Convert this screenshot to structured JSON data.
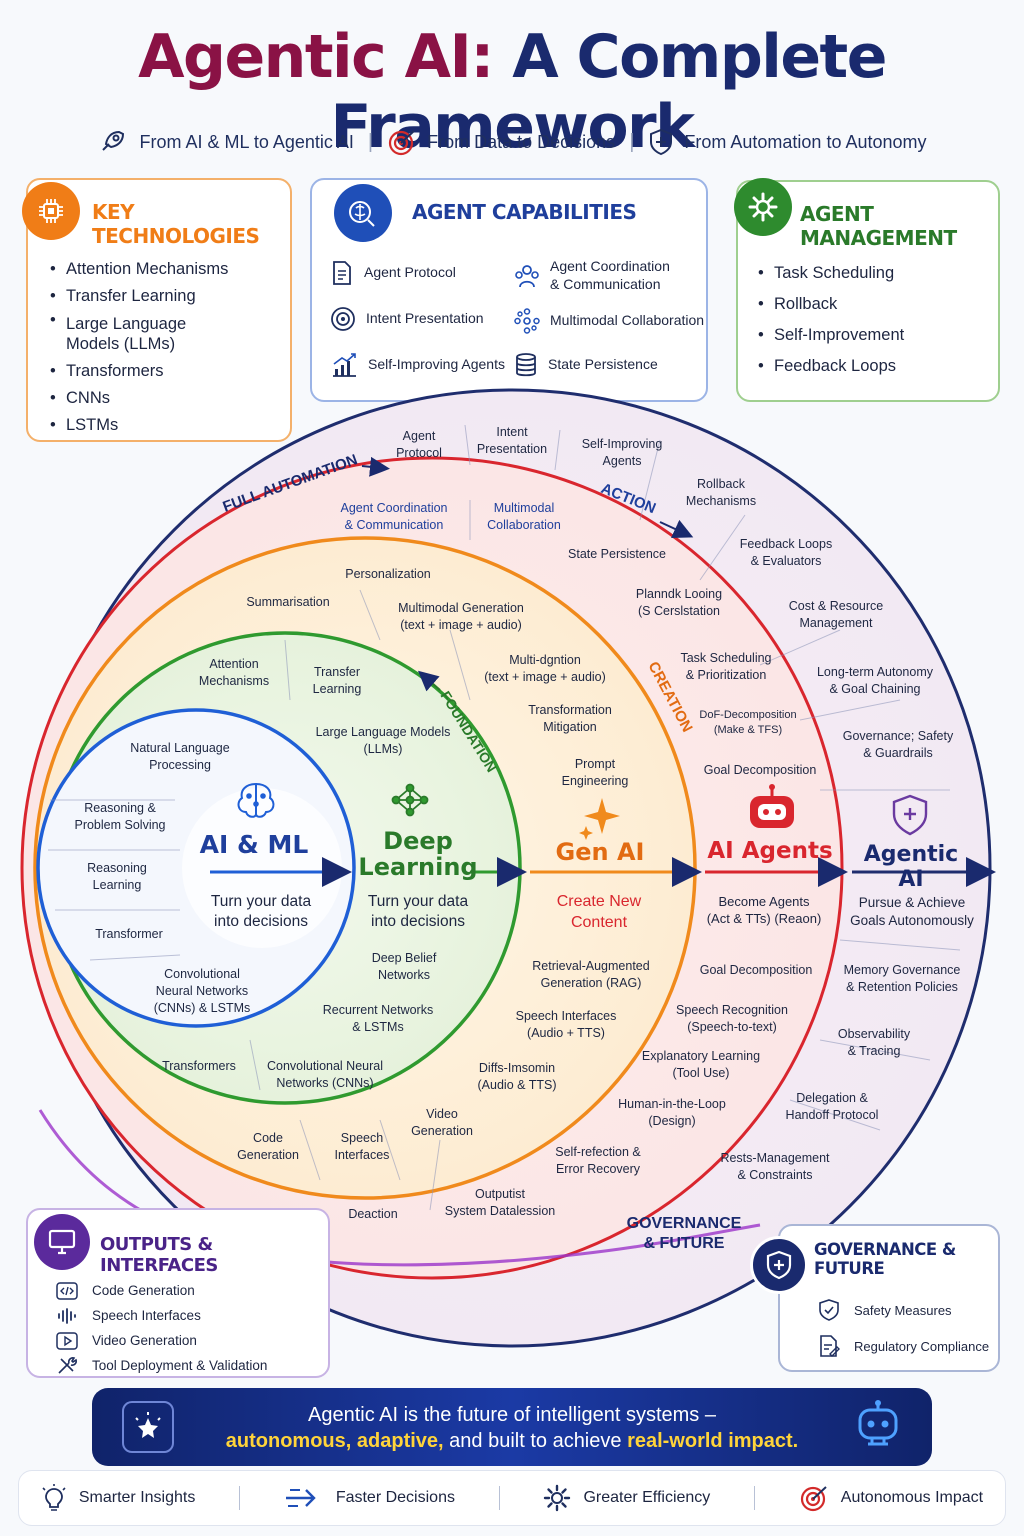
{
  "header": {
    "title_part1": "Agentic AI:",
    "title_part2": "A Complete Framework",
    "subtitle_items": [
      {
        "icon": "rocket-icon",
        "label": "From AI & ML to Agentic AI"
      },
      {
        "icon": "target-icon",
        "label": "From Data to Decisions"
      },
      {
        "icon": "shield-icon",
        "label": "From Automation to Autonomy"
      }
    ]
  },
  "key_technologies": {
    "title": "KEY TECHNOLOGIES",
    "accent": "#f07d17",
    "items": [
      "Attention Mechanisms",
      "Transfer Learning",
      "Large Language",
      "Models (LLMs)",
      "Transformers",
      "CNNs",
      "LSTMs"
    ]
  },
  "agent_capabilities": {
    "title": "AGENT CAPABILITIES",
    "accent": "#1f4fb8",
    "items": [
      {
        "icon": "document-icon",
        "label": "Agent Protocol"
      },
      {
        "icon": "users-icon",
        "label": "Agent Coordination",
        "label2": "& Communication"
      },
      {
        "icon": "target-icon",
        "label": "Intent Presentation"
      },
      {
        "icon": "network-icon",
        "label": "Multimodal Collaboration"
      },
      {
        "icon": "chart-icon",
        "label": "Self-Improving Agents"
      },
      {
        "icon": "database-icon",
        "label": "State Persistence"
      }
    ]
  },
  "agent_management": {
    "title": "AGENT MANAGEMENT",
    "accent": "#2e8b2e",
    "items": [
      "Task Scheduling",
      "Rollback",
      "Self-Improvement",
      "Feedback Loops"
    ]
  },
  "rings": {
    "arc_labels": {
      "full_automation": "FULL AUTOMATION",
      "action": "ACTION",
      "creation": "CREATION",
      "foundation": "FOUNDATION",
      "governance_line1": "GOVERNANCE",
      "governance_line2": "& FUTURE"
    },
    "ai_ml": {
      "title": "AI & ML",
      "subtitle_line1": "Turn your data",
      "subtitle_line2": "into decisions",
      "labels": [
        [
          "Natural Language",
          "Processing"
        ],
        [
          "Reasoning &",
          "Problem Solving"
        ],
        [
          "Reasoning",
          "Learning"
        ],
        [
          "Transformer"
        ],
        [
          "Convolutional",
          "Neural Networks",
          "(CNNs) & LSTMs"
        ]
      ]
    },
    "deep_learning": {
      "title_line1": "Deep",
      "title_line2": "Learning",
      "subtitle_line1": "Turn your data",
      "subtitle_line2": "into decisions",
      "labels": [
        [
          "Attention",
          "Mechanisms"
        ],
        [
          "Transfer",
          "Learning"
        ],
        [
          "Large Language Models",
          "(LLMs)"
        ],
        [
          "Deep Belief",
          "Networks"
        ],
        [
          "Recurrent Networks",
          "& LSTMs"
        ],
        [
          "Transformers"
        ],
        [
          "Convolutional Neural",
          "Networks (CNNs)"
        ],
        [
          "Code",
          "Generation"
        ],
        [
          "Speech",
          "Interfaces"
        ]
      ]
    },
    "gen_ai": {
      "title": "Gen AI",
      "subtitle_line1": "Create New",
      "subtitle_line2": "Content",
      "labels": [
        [
          "Personalization"
        ],
        [
          "Summarisation"
        ],
        [
          "Multimodal Generation",
          "(text + image + audio)"
        ],
        [
          "Multi-dgntion",
          "(text + image + audio)"
        ],
        [
          "Transformation",
          "Mitigation"
        ],
        [
          "Prompt",
          "Engineering"
        ],
        [
          "Retrieval-Augmented",
          "Generation (RAG)"
        ],
        [
          "Speech Interfaces",
          "(Audio + TTS)"
        ],
        [
          "Diffs-Imsomin",
          "(Audio & TTS)"
        ],
        [
          "Video",
          "Generation"
        ],
        [
          "Deaction"
        ],
        [
          "Outputist",
          "System Datalession"
        ]
      ]
    },
    "ai_agents": {
      "title": "AI Agents",
      "subtitle_line1": "Become Agents",
      "subtitle_line2": "(Act & TTs) (Reaon)",
      "labels": [
        [
          "Agent",
          "Protocol"
        ],
        [
          "Intent",
          "Presentation"
        ],
        [
          "Agent Coordination",
          "& Communication"
        ],
        [
          "Multimodal",
          "Collaboration"
        ],
        [
          "State Persistence"
        ],
        [
          "Planndk Looing",
          "(S Cerslstation"
        ],
        [
          "Task Scheduling",
          "& Prioritization"
        ],
        [
          "DoF-Decomposition",
          "(Make & TFS)"
        ],
        [
          "Goal Decomposition"
        ],
        [
          "Goal Decomposition"
        ],
        [
          "Speech Recognition",
          "(Speech-to-text)"
        ],
        [
          "Explanatory Learning",
          "(Tool Use)"
        ],
        [
          "Human-in-the-Loop",
          "(Design)"
        ],
        [
          "Self-refection &",
          "Error Recovery"
        ]
      ]
    },
    "agentic_ai": {
      "title": "Agentic AI",
      "subtitle_line1": "Pursue & Achieve",
      "subtitle_line2": "Goals Autonomously",
      "labels": [
        [
          "Self-Improving",
          "Agents"
        ],
        [
          "Rollback",
          "Mechanisms"
        ],
        [
          "Feedback Loops",
          "& Evaluators"
        ],
        [
          "Cost & Resource",
          "Management"
        ],
        [
          "Long-term Autonomy",
          "& Goal Chaining"
        ],
        [
          "Governance; Safety",
          "& Guardrails"
        ],
        [
          "Memory Governance",
          "& Retention Policies"
        ],
        [
          "Observability",
          "& Tracing"
        ],
        [
          "Delegation &",
          "Handoff Protocol"
        ],
        [
          "Rests-Management",
          "& Constraints"
        ]
      ]
    },
    "colors": {
      "ai_ml": "#1f5fd6",
      "deep_learning": "#2f9a2f",
      "gen_ai": "#f08a1c",
      "ai_agents": "#d9262e",
      "agentic_ai": "#1f2d6e"
    }
  },
  "outputs_interfaces": {
    "title": "OUTPUTS & INTERFACES",
    "accent": "#5b2a9c",
    "items": [
      {
        "icon": "code-icon",
        "label": "Code Generation"
      },
      {
        "icon": "waveform-icon",
        "label": "Speech Interfaces"
      },
      {
        "icon": "play-icon",
        "label": "Video Generation"
      },
      {
        "icon": "tools-icon",
        "label": "Tool Deployment & Validation"
      }
    ]
  },
  "governance_future": {
    "title": "GOVERNANCE & FUTURE",
    "accent": "#1a2a6e",
    "items": [
      {
        "icon": "shield-check-icon",
        "label": "Safety Measures"
      },
      {
        "icon": "document-edit-icon",
        "label": "Regulatory Compliance"
      }
    ]
  },
  "banner": {
    "line1": "Agentic AI is the future of intelligent systems –",
    "line2_parts": [
      "autonomous,",
      "adaptive,",
      "and built to achieve",
      "real-world impact."
    ]
  },
  "footer": {
    "items": [
      {
        "icon": "lightbulb-icon",
        "label": "Smarter Insights"
      },
      {
        "icon": "arrow-icon",
        "label": "Faster Decisions"
      },
      {
        "icon": "gear-icon",
        "label": "Greater Efficiency"
      },
      {
        "icon": "target-icon",
        "label": "Autonomous Impact"
      }
    ]
  }
}
